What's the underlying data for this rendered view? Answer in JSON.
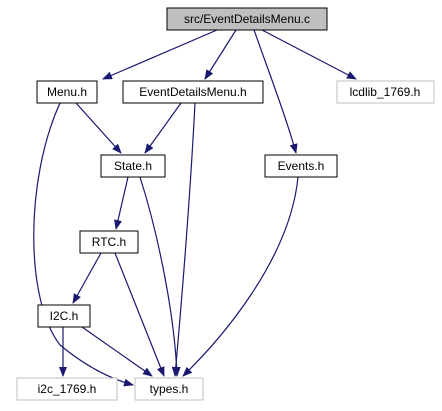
{
  "nodes": {
    "root": {
      "label": "src/EventDetailsMenu.c",
      "style": "root"
    },
    "menu": {
      "label": "Menu.h",
      "style": "normal"
    },
    "edm": {
      "label": "EventDetailsMenu.h",
      "style": "normal"
    },
    "lcdlib": {
      "label": "lcdlib_1769.h",
      "style": "external"
    },
    "state": {
      "label": "State.h",
      "style": "normal"
    },
    "events": {
      "label": "Events.h",
      "style": "normal"
    },
    "rtc": {
      "label": "RTC.h",
      "style": "normal"
    },
    "i2c": {
      "label": "I2C.h",
      "style": "normal"
    },
    "i2c1769": {
      "label": "i2c_1769.h",
      "style": "external"
    },
    "types": {
      "label": "types.h",
      "style": "external"
    }
  },
  "edges": [
    {
      "from": "root",
      "to": "menu"
    },
    {
      "from": "root",
      "to": "edm"
    },
    {
      "from": "root",
      "to": "lcdlib"
    },
    {
      "from": "root",
      "to": "events"
    },
    {
      "from": "menu",
      "to": "state"
    },
    {
      "from": "menu",
      "to": "types"
    },
    {
      "from": "edm",
      "to": "state"
    },
    {
      "from": "edm",
      "to": "types"
    },
    {
      "from": "state",
      "to": "rtc"
    },
    {
      "from": "state",
      "to": "types"
    },
    {
      "from": "events",
      "to": "types"
    },
    {
      "from": "rtc",
      "to": "i2c"
    },
    {
      "from": "rtc",
      "to": "types"
    },
    {
      "from": "i2c",
      "to": "i2c1769"
    },
    {
      "from": "i2c",
      "to": "types"
    }
  ],
  "colors": {
    "edge": "#191970",
    "root_fill": "#bfbfbf",
    "node_border": "#000000",
    "external_border": "#bfbfbf",
    "text": "#000000"
  }
}
